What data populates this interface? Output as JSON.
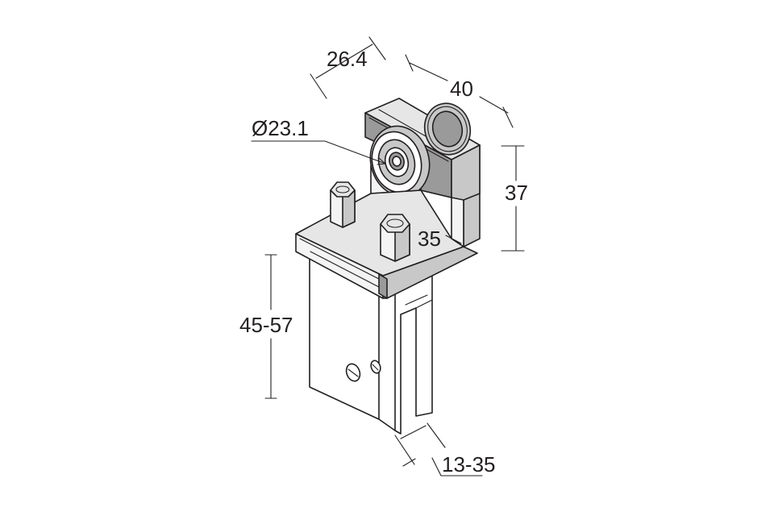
{
  "dimensions": {
    "width_top": "26.4",
    "depth_top": "40",
    "wheel_diameter": "Ø23.1",
    "height_upright": "37",
    "bracket_depth": "35",
    "clamp_height": "45-57",
    "clamp_gap": "13-35"
  },
  "colors": {
    "line": "#231f20",
    "background": "#ffffff"
  }
}
